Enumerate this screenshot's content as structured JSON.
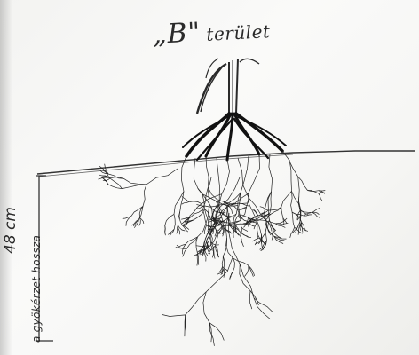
{
  "title": {
    "letter": "„B\"",
    "word": "terület"
  },
  "depth_label": "48 cm",
  "bracket_label": "a gyökérzet hossza",
  "colors": {
    "ink": "#2a2a2a",
    "paper": "#f6f6f4",
    "shadow": "#1a1a1a"
  }
}
